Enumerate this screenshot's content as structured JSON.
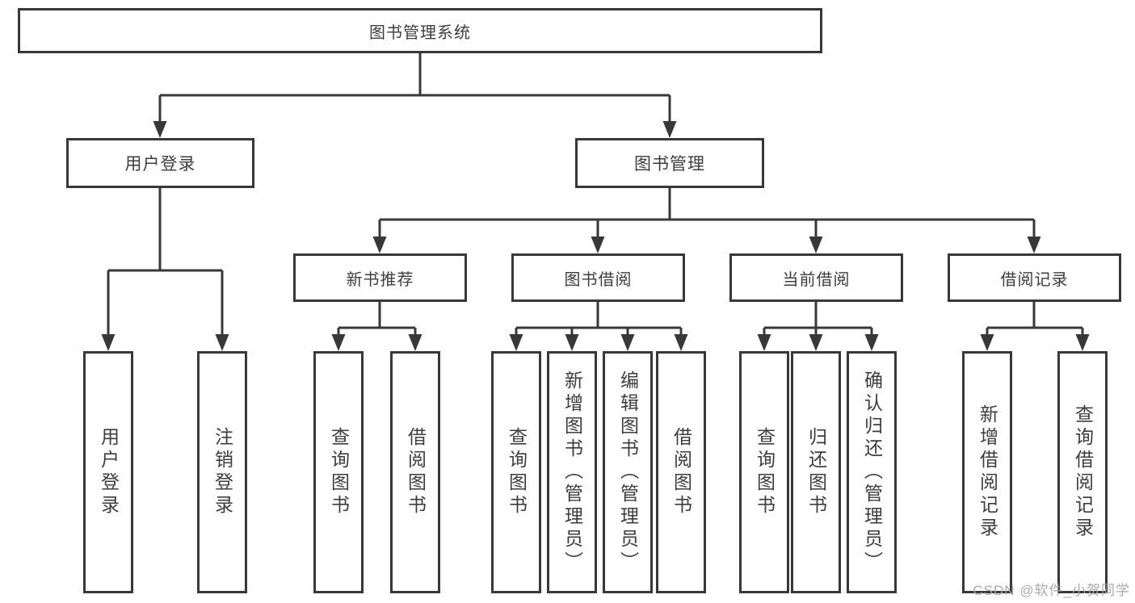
{
  "tree": {
    "root": "图书管理系统",
    "children": [
      {
        "label": "用户登录",
        "children": [
          "用户登录",
          "注销登录"
        ]
      },
      {
        "label": "图书管理",
        "children": [
          {
            "label": "新书推荐",
            "children": [
              "查询图书",
              "借阅图书"
            ]
          },
          {
            "label": "图书借阅",
            "children": [
              "查询图书",
              "新增图书（管理员）",
              "编辑图书（管理员）",
              "借阅图书"
            ]
          },
          {
            "label": "当前借阅",
            "children": [
              "查询图书",
              "归还图书",
              "确认归还（管理员）"
            ]
          },
          {
            "label": "借阅记录",
            "children": [
              "新增借阅记录",
              "查询借阅记录"
            ]
          }
        ]
      }
    ]
  },
  "watermark": {
    "text": "CSDN @软件_小贺同学"
  },
  "colors": {
    "line": "#383838",
    "box_border": "#383838",
    "text": "#3d3d3d",
    "background": "#ffffff",
    "watermark": "#a5a5a5"
  }
}
